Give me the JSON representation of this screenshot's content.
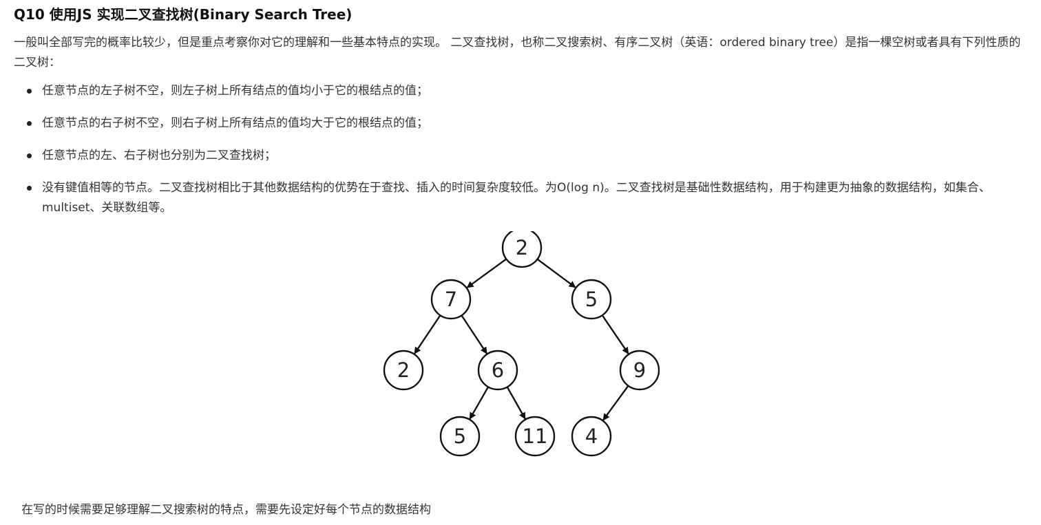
{
  "heading": "Q10 使用JS 实现二叉查找树(Binary Search Tree)",
  "intro": "一般叫全部写完的概率比较少，但是重点考察你对它的理解和一些基本特点的实现。 二叉查找树，也称二叉搜索树、有序二叉树（英语：ordered binary tree）是指一棵空树或者具有下列性质的二叉树：",
  "properties": [
    "任意节点的左子树不空，则左子树上所有结点的值均小于它的根结点的值；",
    "任意节点的右子树不空，则右子树上所有结点的值均大于它的根结点的值；",
    "任意节点的左、右子树也分别为二叉查找树；",
    "没有键值相等的节点。二叉查找树相比于其他数据结构的优势在于查找、插入的时间复杂度较低。为O(log n)。二叉查找树是基础性数据结构，用于构建更为抽象的数据结构，如集合、multiset、关联数组等。"
  ],
  "tree": {
    "nodes": [
      {
        "id": "root",
        "value": "2"
      },
      {
        "id": "l",
        "value": "7"
      },
      {
        "id": "r",
        "value": "5"
      },
      {
        "id": "ll",
        "value": "2"
      },
      {
        "id": "lr",
        "value": "6"
      },
      {
        "id": "rr",
        "value": "9"
      },
      {
        "id": "lrl",
        "value": "5"
      },
      {
        "id": "lrr",
        "value": "11"
      },
      {
        "id": "rrl",
        "value": "4"
      }
    ],
    "edges": [
      [
        "root",
        "l"
      ],
      [
        "root",
        "r"
      ],
      [
        "l",
        "ll"
      ],
      [
        "l",
        "lr"
      ],
      [
        "r",
        "rr"
      ],
      [
        "lr",
        "lrl"
      ],
      [
        "lr",
        "lrr"
      ],
      [
        "rr",
        "rrl"
      ]
    ]
  },
  "footer": "在写的时候需要足够理解二叉搜索树的特点，需要先设定好每个节点的数据结构"
}
